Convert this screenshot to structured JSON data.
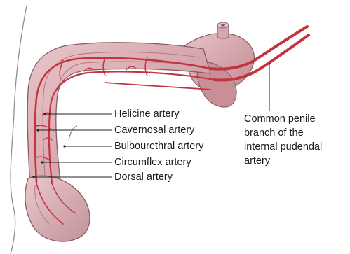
{
  "labels": {
    "helicine": "Helicine artery",
    "cavernosal": "Cavernosal artery",
    "bulbourethral": "Bulbourethral artery",
    "circumflex": "Circumflex artery",
    "dorsal": "Dorsal artery"
  },
  "common_label": [
    "Common penile",
    "branch of the",
    "internal pudendal",
    "artery"
  ],
  "colors": {
    "tissue": "#d9aeb4",
    "tissue_dark": "#b7848c",
    "artery": "#c4343f",
    "leader": "#222222"
  }
}
